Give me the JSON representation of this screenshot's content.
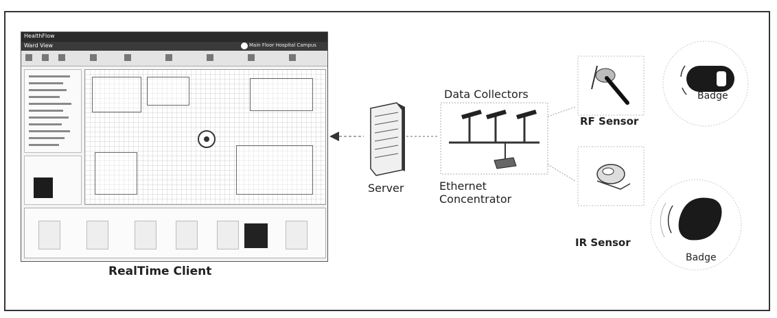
{
  "labels": {
    "client": "RealTime Client",
    "server": "Server",
    "data_collectors": "Data Collectors",
    "ethernet_line1": "Ethernet",
    "ethernet_line2": "Concentrator",
    "rf_sensor": "RF Sensor",
    "ir_sensor": "IR Sensor",
    "badge_top": "Badge",
    "badge_bottom": "Badge"
  },
  "client_screen": {
    "window_title": "HealthFlow",
    "tab_label": "Ward View",
    "tab_right": "Main Floor Hospital Campus"
  },
  "colors": {
    "line": "#333333",
    "dashed": "#888888",
    "badge": "#1a1a1a"
  }
}
